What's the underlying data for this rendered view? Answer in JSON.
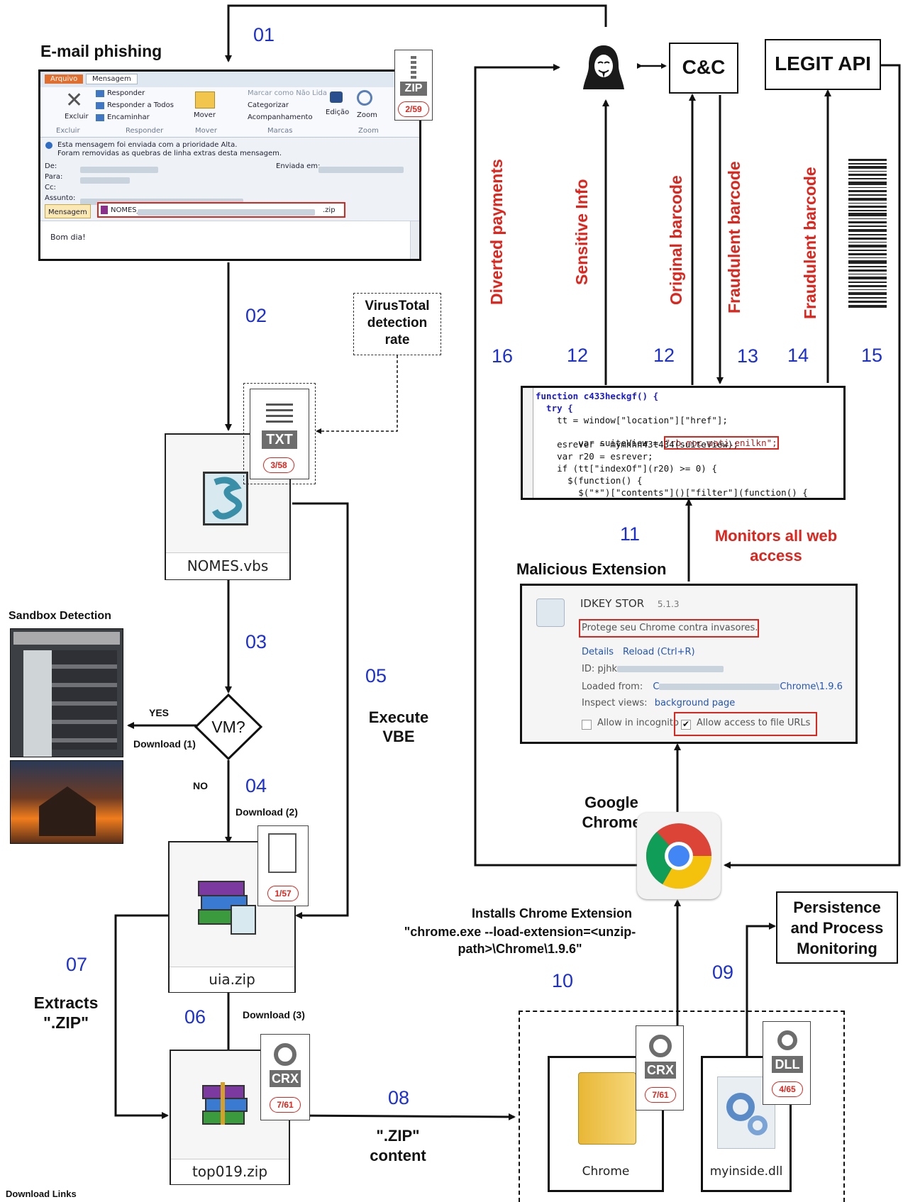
{
  "steps": {
    "s01": "01",
    "s02": "02",
    "s03": "03",
    "s04": "04",
    "s05": "05",
    "s06": "06",
    "s07": "07",
    "s08": "08",
    "s09": "09",
    "s10": "10",
    "s11": "11",
    "s12a": "12",
    "s12b": "12",
    "s13": "13",
    "s14": "14",
    "s15": "15",
    "s16": "16"
  },
  "labels": {
    "email_phishing": "E-mail phishing",
    "cc": "C&C",
    "legit_api": "LEGIT API",
    "virustotal": "VirusTotal detection rate",
    "sandbox_detection": "Sandbox Detection",
    "yes": "YES",
    "no": "NO",
    "vm": "VM?",
    "download1": "Download (1)",
    "download2": "Download (2)",
    "download3": "Download (3)",
    "execute_vbe": "Execute VBE",
    "extracts_zip": "Extracts \".ZIP\"",
    "zip_content": "\".ZIP\" content",
    "malicious_extension": "Malicious Extension",
    "monitors_web": "Monitors all web access",
    "google_chrome": "Google Chrome",
    "installs_ext_title": "Installs Chrome Extension",
    "installs_ext_cmd": "\"chrome.exe --load-extension=<unzip-path>\\Chrome\\1.9.6\"",
    "persistence": "Persistence and Process Monitoring",
    "download_links": "Download Links"
  },
  "arrow_labels": {
    "diverted_payments": "Diverted payments",
    "sensitive_info": "Sensitive Info",
    "original_barcode": "Original barcode",
    "fraudulent_barcode_cc": "Fraudulent barcode",
    "fraudulent_barcode_api": "Fraudulent barcode"
  },
  "files": {
    "vbs": {
      "name": "NOMES.vbs"
    },
    "uia": {
      "name": "uia.zip"
    },
    "top": {
      "name": "top019.zip"
    },
    "chrome_folder": {
      "name": "Chrome"
    },
    "dll": {
      "name": "myinside.dll"
    }
  },
  "detections": {
    "zip": {
      "type": "ZIP",
      "rate": "2/59"
    },
    "txt": {
      "type": "TXT",
      "rate": "3/58"
    },
    "blank": {
      "rate": "1/57"
    },
    "crx_top": {
      "type": "CRX",
      "rate": "7/61"
    },
    "crx_chrome": {
      "type": "CRX",
      "rate": "7/61"
    },
    "dll": {
      "type": "DLL",
      "rate": "4/65"
    }
  },
  "email_window": {
    "tab_file": "Arquivo",
    "tab_message": "Mensagem",
    "delete": "Excluir",
    "reply": "Responder",
    "reply_all": "Responder a Todos",
    "forward": "Encaminhar",
    "move": "Mover",
    "mark_unread": "Marcar como Não Lida",
    "categorize": "Categorizar",
    "followup": "Acompanhamento",
    "edit": "Edição",
    "zoom": "Zoom",
    "group_delete": "Excluir",
    "group_reply": "Responder",
    "group_move": "Mover",
    "group_marks": "Marcas",
    "group_zoom": "Zoom",
    "info_line1": "Esta mensagem foi enviada com a prioridade Alta.",
    "info_line2": "Foram removidas as quebras de linha extras desta mensagem.",
    "from": "De:",
    "to": "Para:",
    "cc": "Cc:",
    "subject": "Assunto:",
    "sent": "Enviada em:",
    "msg_tab": "Mensagem",
    "attachment_prefix": "NOMES_",
    "attachment_suffix": ".zip",
    "body": "Bom dia!"
  },
  "code": {
    "l1": "function c433heckgf() {",
    "l2": "  try {",
    "l3": "    tt = window[\"location\"][\"href\"];",
    "l4a": "    var suiteView = ",
    "l4b": "\"rb.moc.uati.enilkn\";",
    "l5": "    esrever = mymnhn43t434(suiteView);",
    "l6": "    var r20 = esrever;",
    "l7": "    if (tt[\"indexOf\"](r20) >= 0) {",
    "l8": "      $(function() {",
    "l9": "        $(\"*\")[\"contents\"]()[\"filter\"](function() {"
  },
  "extension": {
    "name": "IDKEY STOR",
    "version": "5.1.3",
    "description": "Protege seu Chrome contra invasores.",
    "details": "Details",
    "reload": "Reload (Ctrl+R)",
    "id_label": "ID: pjhk",
    "loaded_from": "Loaded from:",
    "loaded_prefix": "C",
    "loaded_suffix": "Chrome\\1.9.6",
    "inspect_views": "Inspect views:",
    "background_page": "background page",
    "allow_incognito": "Allow in incognito",
    "allow_file_urls": "Allow access to file URLs"
  },
  "colors": {
    "step_blue": "#1a2fd6",
    "alert_red": "#e0241c"
  },
  "icons": [
    "hacker-icon",
    "zip-file-icon",
    "txt-file-icon",
    "script-icon",
    "winrar-icon",
    "crx-file-icon",
    "dll-file-icon",
    "puzzle-icon",
    "chrome-logo-icon",
    "folder-icon",
    "gears-icon",
    "barcode-icon"
  ]
}
